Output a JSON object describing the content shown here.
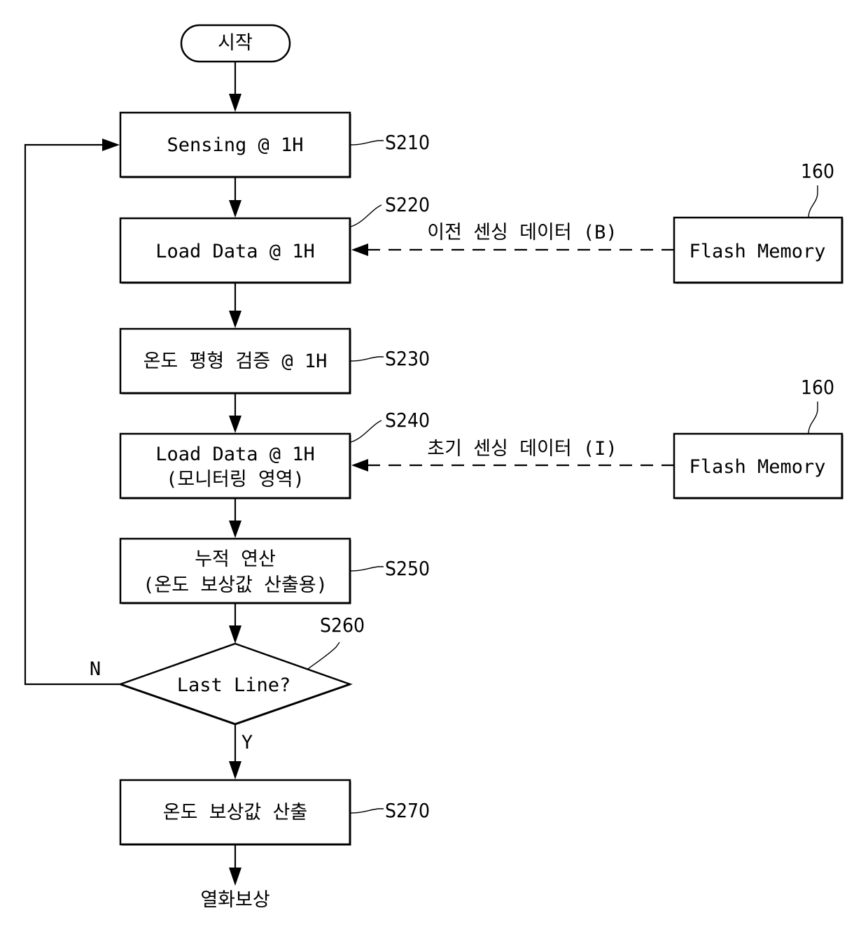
{
  "diagram": {
    "type": "flowchart",
    "start": {
      "label": "시작"
    },
    "steps": [
      {
        "id": "S210",
        "ref": "S210",
        "lines": [
          "Sensing @ 1H"
        ]
      },
      {
        "id": "S220",
        "ref": "S220",
        "lines": [
          "Load Data @ 1H"
        ]
      },
      {
        "id": "S230",
        "ref": "S230",
        "lines": [
          "온도 평형 검증 @ 1H"
        ]
      },
      {
        "id": "S240",
        "ref": "S240",
        "lines": [
          "Load Data @ 1H",
          "(모니터링 영역)"
        ]
      },
      {
        "id": "S250",
        "ref": "S250",
        "lines": [
          "누적 연산",
          "(온도 보상값 산출용)"
        ]
      },
      {
        "id": "S270",
        "ref": "S270",
        "lines": [
          "온도 보상값 산출"
        ]
      }
    ],
    "decision": {
      "id": "S260",
      "ref": "S260",
      "label": "Last Line?",
      "no_label": "N",
      "yes_label": "Y"
    },
    "memories": [
      {
        "label": "Flash Memory",
        "ref": "160",
        "edge_label": "이전 센싱 데이터 (B)",
        "target": "S220"
      },
      {
        "label": "Flash Memory",
        "ref": "160",
        "edge_label": "초기 센싱 데이터 (I)",
        "target": "S240"
      }
    ],
    "end": {
      "label": "열화보상"
    }
  }
}
